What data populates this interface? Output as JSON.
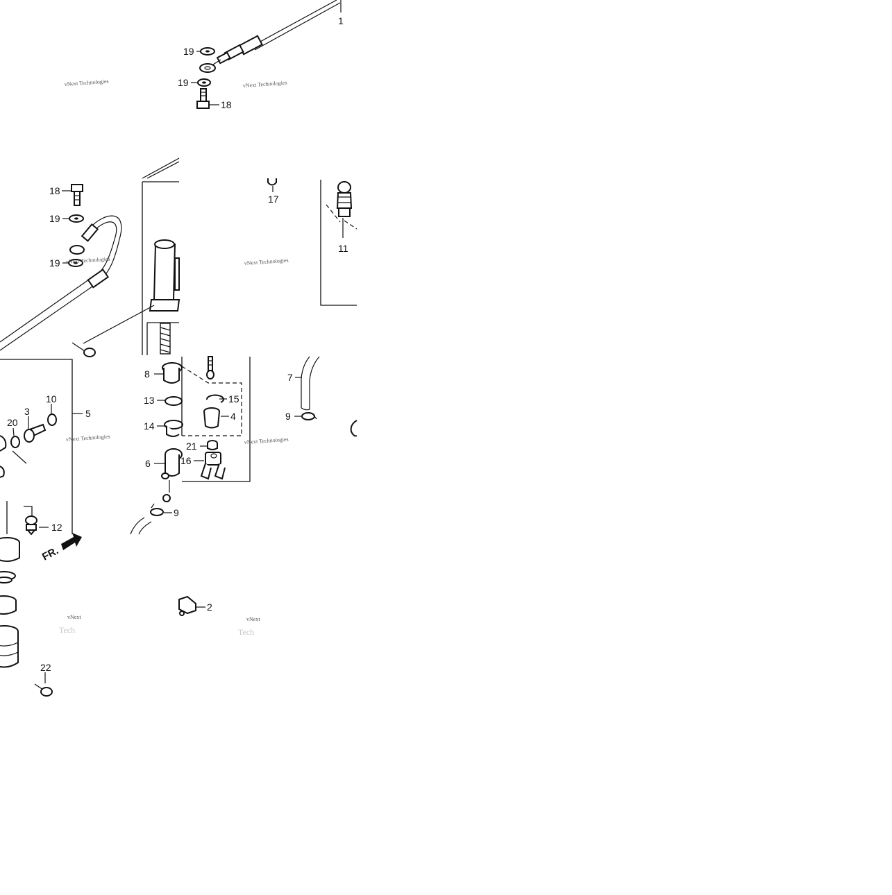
{
  "part_labels": {
    "p1": "1",
    "p2": "2",
    "p3": "3",
    "p4": "4",
    "p5": "5",
    "p6": "6",
    "p7": "7",
    "p8": "8",
    "p9a": "9",
    "p9b": "9",
    "p10": "10",
    "p11": "11",
    "p12": "12",
    "p13": "13",
    "p14": "14",
    "p15": "15",
    "p16": "16",
    "p17": "17",
    "p18a": "18",
    "p18b": "18",
    "p19a": "19",
    "p19b": "19",
    "p19c": "19",
    "p19d": "19",
    "p20": "20",
    "p21": "21",
    "p22": "22"
  },
  "direction_label": "FR.",
  "watermark": {
    "text": "vNext Technologies",
    "short": "vNext",
    "tail": "Tech"
  }
}
